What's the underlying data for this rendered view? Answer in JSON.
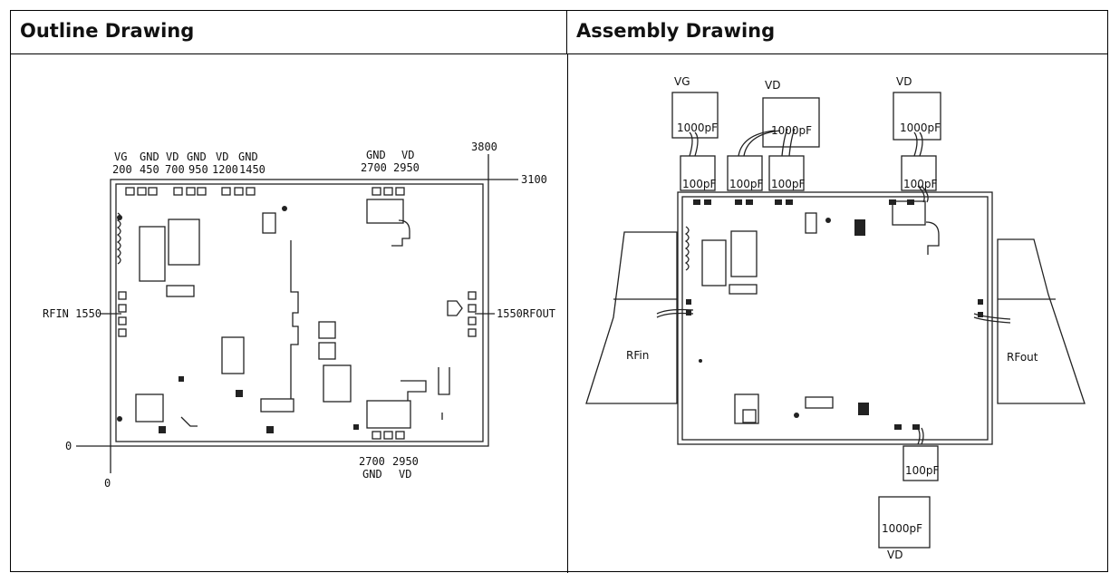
{
  "headers": {
    "outline": "Outline Drawing",
    "assembly": "Assembly Drawing"
  },
  "outline": {
    "pads_top": [
      {
        "name": "VG",
        "num": "200"
      },
      {
        "name": "GND",
        "num": "450"
      },
      {
        "name": "VD",
        "num": "700"
      },
      {
        "name": "GND",
        "num": "950"
      },
      {
        "name": "VD",
        "num": "1200"
      },
      {
        "name": "GND",
        "num": "1450"
      }
    ],
    "top_right_pads": [
      {
        "name": "GND",
        "num": "2700"
      },
      {
        "name": "VD",
        "num": "2950"
      }
    ],
    "bottom_pads": [
      {
        "name": "GND",
        "num": "2700"
      },
      {
        "name": "VD",
        "num": "2950"
      }
    ],
    "dim_width": "3800",
    "dim_height": "3100",
    "origin_x": "0",
    "origin_y": "0",
    "rfin": "RFIN 1550",
    "rfout": "1550RFOUT"
  },
  "assembly": {
    "vg": "VG",
    "vd1": "VD",
    "vd2": "VD",
    "vd_bottom": "VD",
    "cap_1000": "1000pF",
    "cap_100": "100pF",
    "rfin": "RFin",
    "rfout": "RFout"
  }
}
